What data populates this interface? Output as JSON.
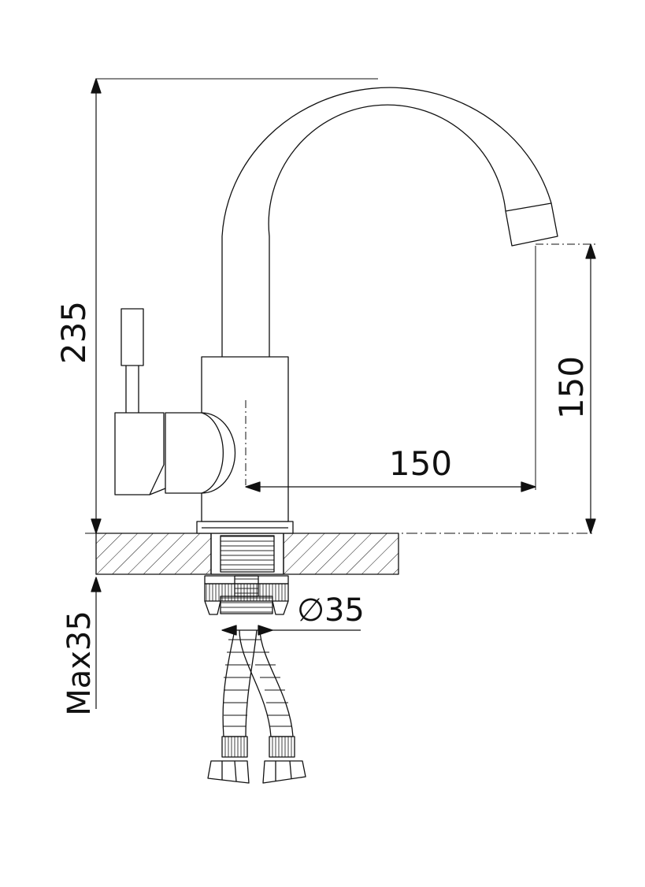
{
  "dimensions": {
    "total_height": "235",
    "spout_reach": "150",
    "spout_height": "150",
    "hole_diameter": "∅35",
    "max_thickness": "Max35"
  },
  "colors": {
    "line": "#111111",
    "background": "#ffffff"
  }
}
